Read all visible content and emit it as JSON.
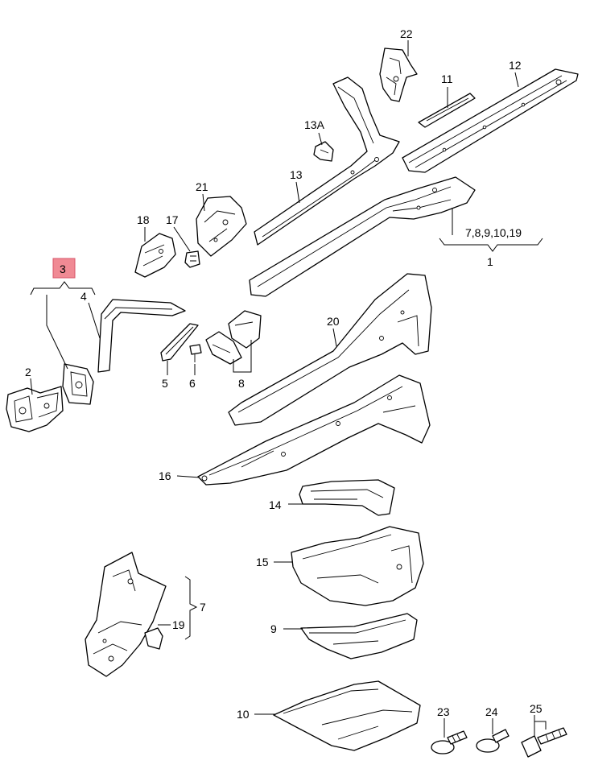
{
  "labels": {
    "p22": "22",
    "p12": "12",
    "p11": "11",
    "p13A": "13A",
    "p13": "13",
    "p21": "21",
    "p18": "18",
    "p17": "17",
    "group_7_19": "7,8,9,10,19",
    "group_1": "1",
    "p3": "3",
    "p4": "4",
    "p2": "2",
    "p5": "5",
    "p6": "6",
    "p8": "8",
    "p20": "20",
    "p16": "16",
    "p14": "14",
    "p15": "15",
    "p7": "7",
    "p19": "19",
    "p9": "9",
    "p10": "10",
    "p23": "23",
    "p24": "24",
    "p25": "25"
  },
  "highlight_color": "#f08a94"
}
